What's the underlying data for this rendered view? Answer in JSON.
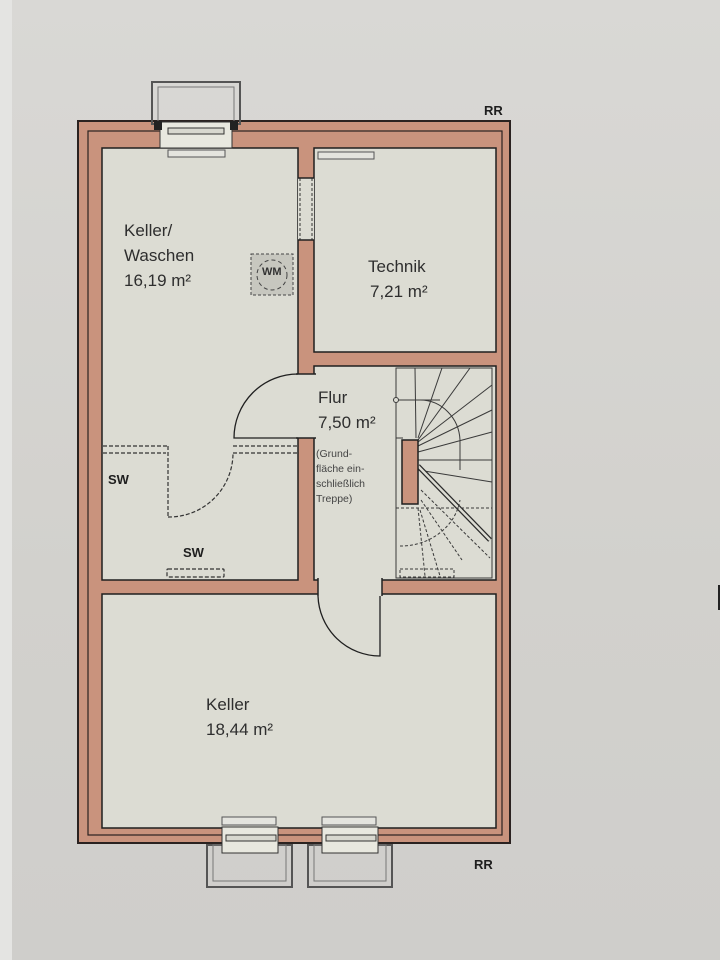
{
  "plan": {
    "colors": {
      "wall": "#c9937d",
      "wall_outline": "#2a2220",
      "room_fill": "#dcdcd3",
      "background": "#d4d3cf",
      "dashed": "#3a3a3a"
    },
    "markers": {
      "top_right": "RR",
      "bottom_right": "RR"
    },
    "rooms": [
      {
        "id": "keller-waschen",
        "name_line1": "Keller/",
        "name_line2": "Waschen",
        "area": "16,19 m²"
      },
      {
        "id": "technik",
        "name": "Technik",
        "area": "7,21 m²"
      },
      {
        "id": "flur",
        "name": "Flur",
        "area": "7,50 m²",
        "note_lines": [
          "(Grund-",
          "fläche ein-",
          "schließlich",
          "Treppe)"
        ]
      },
      {
        "id": "keller",
        "name": "Keller",
        "area": "18,44 m²"
      }
    ],
    "fixtures": {
      "washing_machine": "WM",
      "sw_left": "SW",
      "sw_bottom": "SW"
    }
  }
}
